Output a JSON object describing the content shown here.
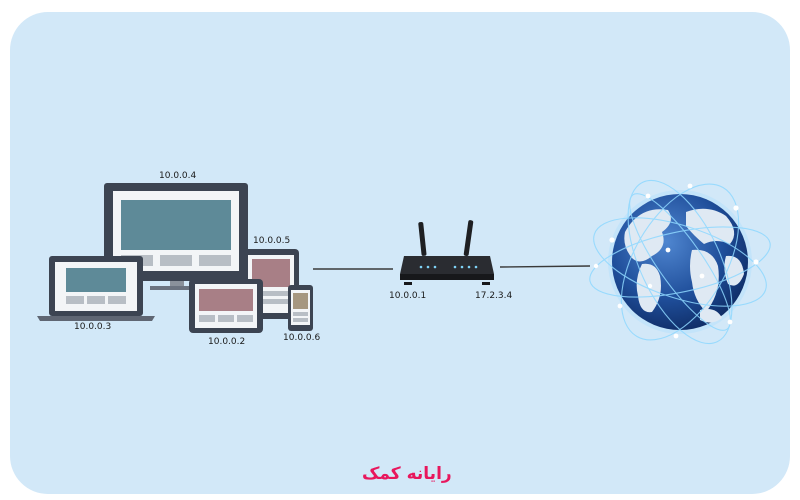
{
  "devices": {
    "monitor": {
      "ip": "10.0.0.4"
    },
    "laptop": {
      "ip": "10.0.0.3"
    },
    "tablet": {
      "ip": "10.0.0.2"
    },
    "small_tablet": {
      "ip": "10.0.0.5"
    },
    "phone": {
      "ip": "10.0.0.6"
    }
  },
  "router": {
    "lan_ip": "10.0.0.1",
    "wan_ip": "17.2.3.4"
  },
  "internet": {
    "icon": "globe-icon"
  },
  "brand": {
    "text": "رایانه کمک",
    "color": "#e8175d"
  },
  "colors": {
    "background": "#d2e8f8",
    "frame": "#ffffff",
    "device_body": "#3c4452",
    "screen_blue": "#5e8a98",
    "screen_mauve": "#a87f86",
    "screen_tan": "#a69780"
  }
}
